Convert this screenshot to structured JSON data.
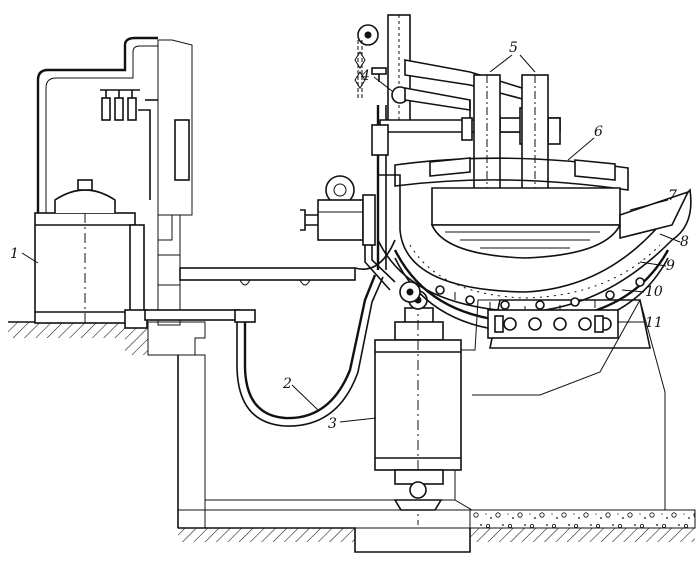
{
  "labels": {
    "l1": "1",
    "l2": "2",
    "l3": "3",
    "l4": "4",
    "l5": "5",
    "l6": "6",
    "l7": "7",
    "l8": "8",
    "l9": "9",
    "l10": "10",
    "l11": "11"
  },
  "colors": {
    "ink": "#111111",
    "paper": "#ffffff"
  }
}
